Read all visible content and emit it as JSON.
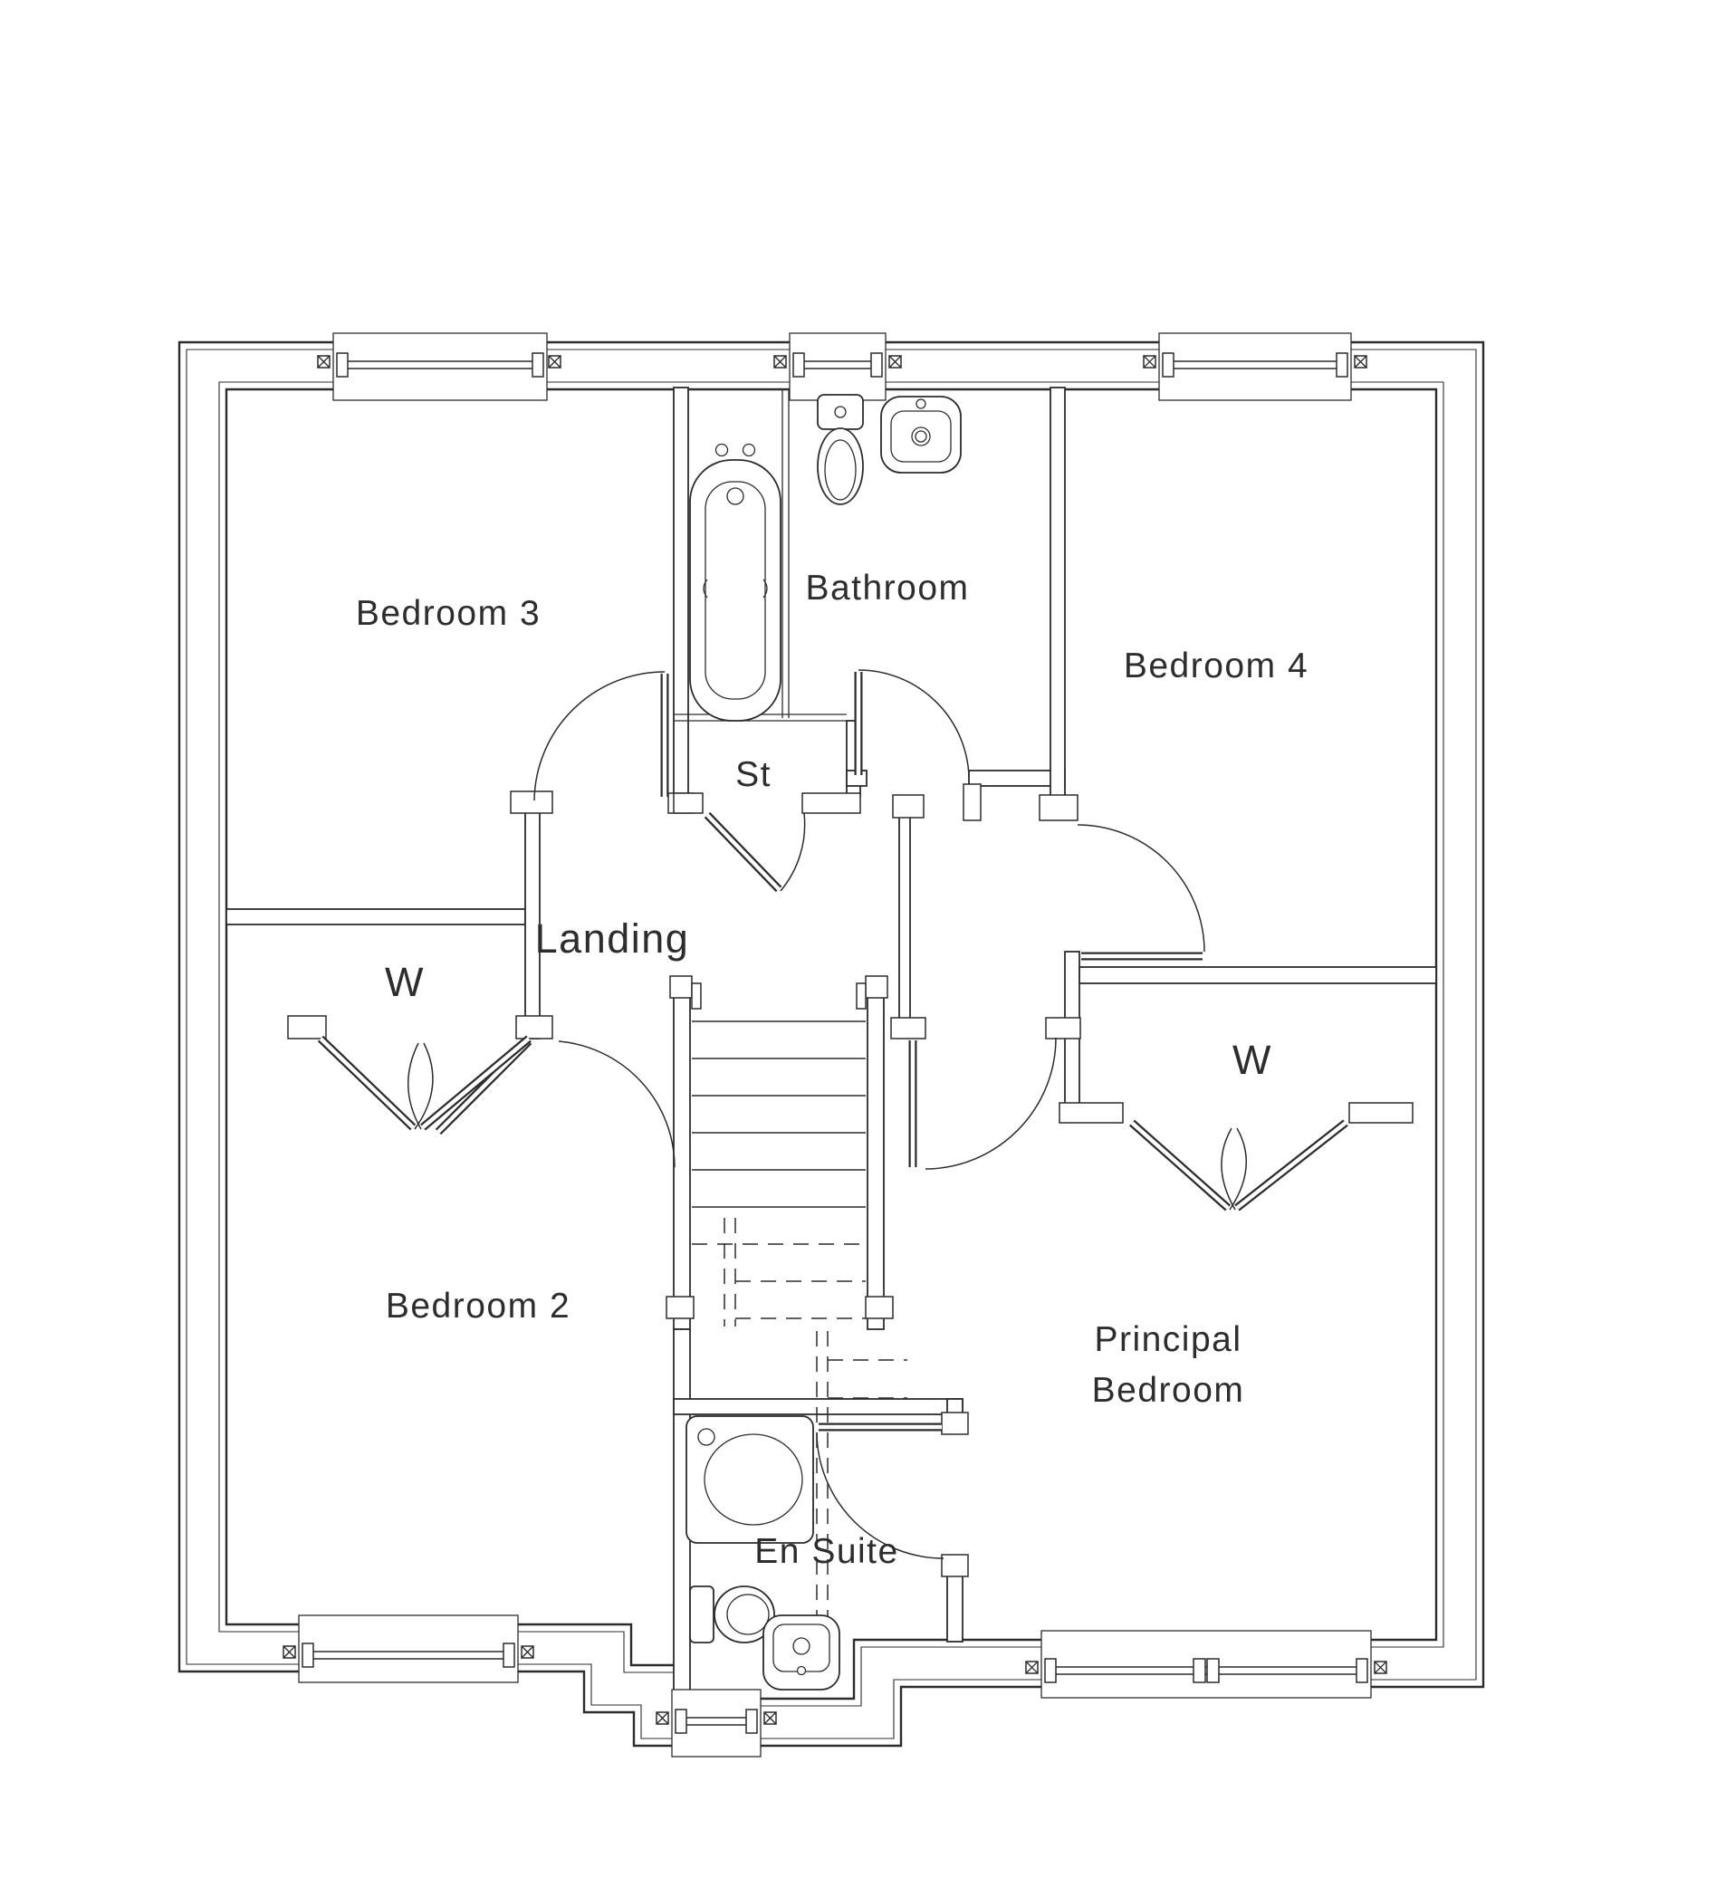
{
  "canvas": {
    "background": "#ffffff",
    "line_color": "#2c2c2c",
    "text_color": "#2d2d2d"
  },
  "floorplan": {
    "rooms": {
      "bedroom3": "Bedroom 3",
      "bathroom": "Bathroom",
      "bedroom4": "Bedroom 4",
      "store": "St",
      "landing": "Landing",
      "wardrobe_left": "W",
      "wardrobe_right": "W",
      "bedroom2": "Bedroom 2",
      "principal_bedroom_line1": "Principal",
      "principal_bedroom_line2": "Bedroom",
      "ensuite": "En Suite"
    }
  }
}
